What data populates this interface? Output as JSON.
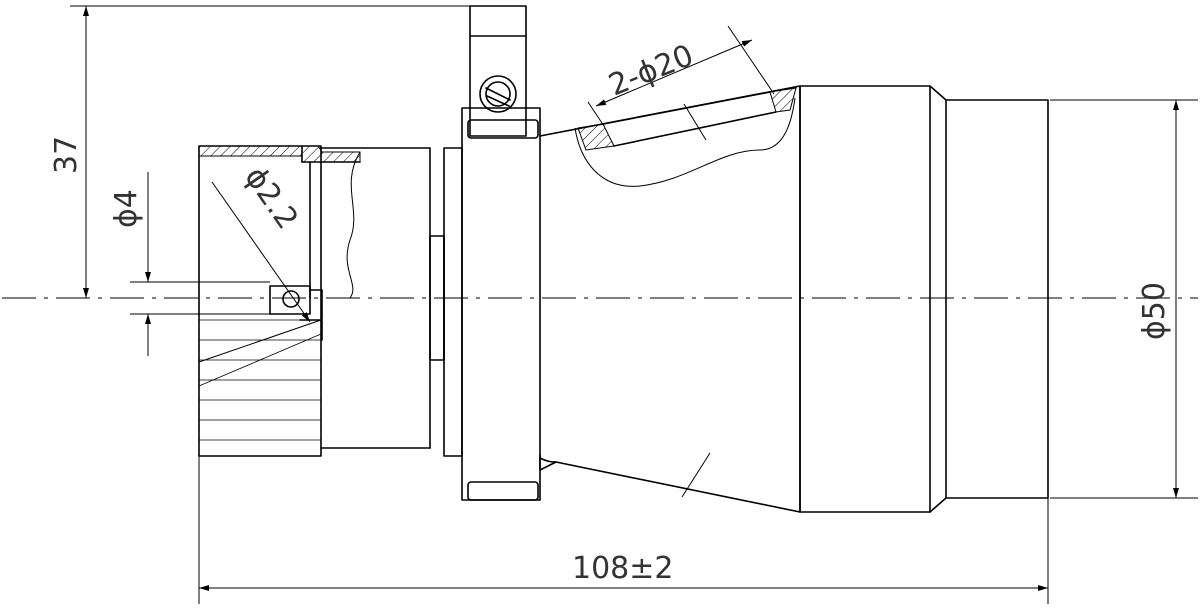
{
  "dimensions": {
    "overall_length": "108±2",
    "height_37": "37",
    "dia_4": "ϕ4",
    "dia_2_2": "ϕ2.2",
    "two_dia_20": "2-ϕ20",
    "dia_50": "ϕ50"
  }
}
